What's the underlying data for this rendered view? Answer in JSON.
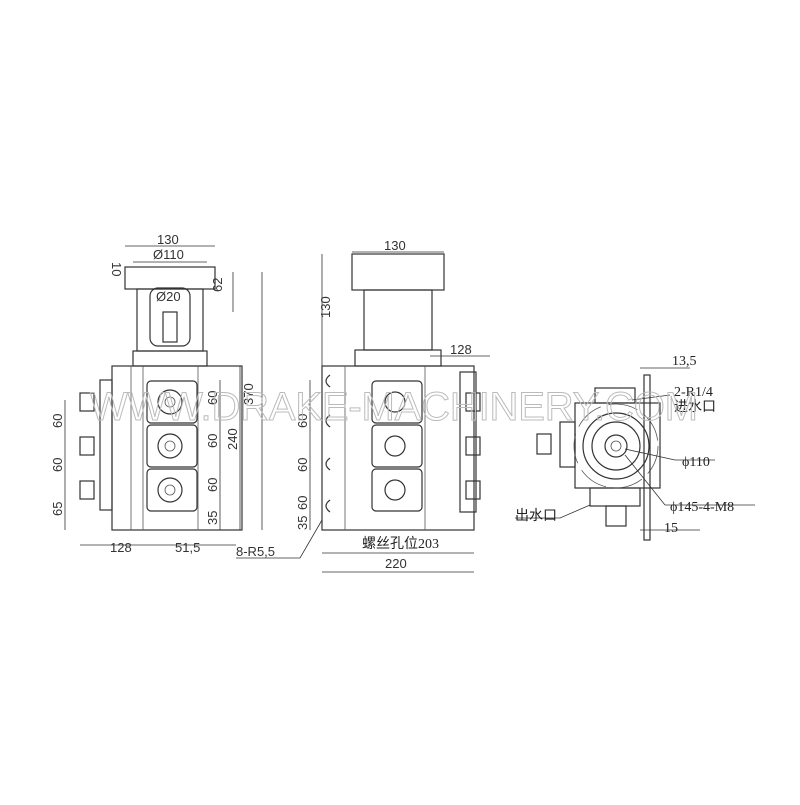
{
  "watermark": "WWW.DRAKE-MACHINERY.COM",
  "front_view": {
    "dims": {
      "top_width": "130",
      "flange_dia": "Ø110",
      "flange_thk": "10",
      "shaft_dia": "Ø20",
      "shaft_len": "62",
      "total_height": "370",
      "body_height": "240",
      "pitch1": "60",
      "pitch2": "60",
      "pitch3": "60",
      "bottom": "35",
      "left_pitch1": "60",
      "left_pitch2": "60",
      "left_bottom": "65",
      "base_width": "128",
      "offset": "51,5"
    }
  },
  "side_view": {
    "dims": {
      "top_width": "130",
      "column_height": "130",
      "right_width": "128",
      "pitch1": "60",
      "pitch2": "60",
      "pitch3": "60",
      "bottom": "35",
      "radius_note": "8-R5,5",
      "hole_pitch": "螺丝孔位203",
      "base_width": "220"
    }
  },
  "end_view": {
    "dims": {
      "offset_top": "13,5",
      "port_note": "2-R1/4",
      "inlet": "进水口",
      "bore_dia": "ϕ110",
      "bolt_circle": "ϕ145-4-M8",
      "outlet": "出水口",
      "offset_bottom": "15"
    }
  }
}
